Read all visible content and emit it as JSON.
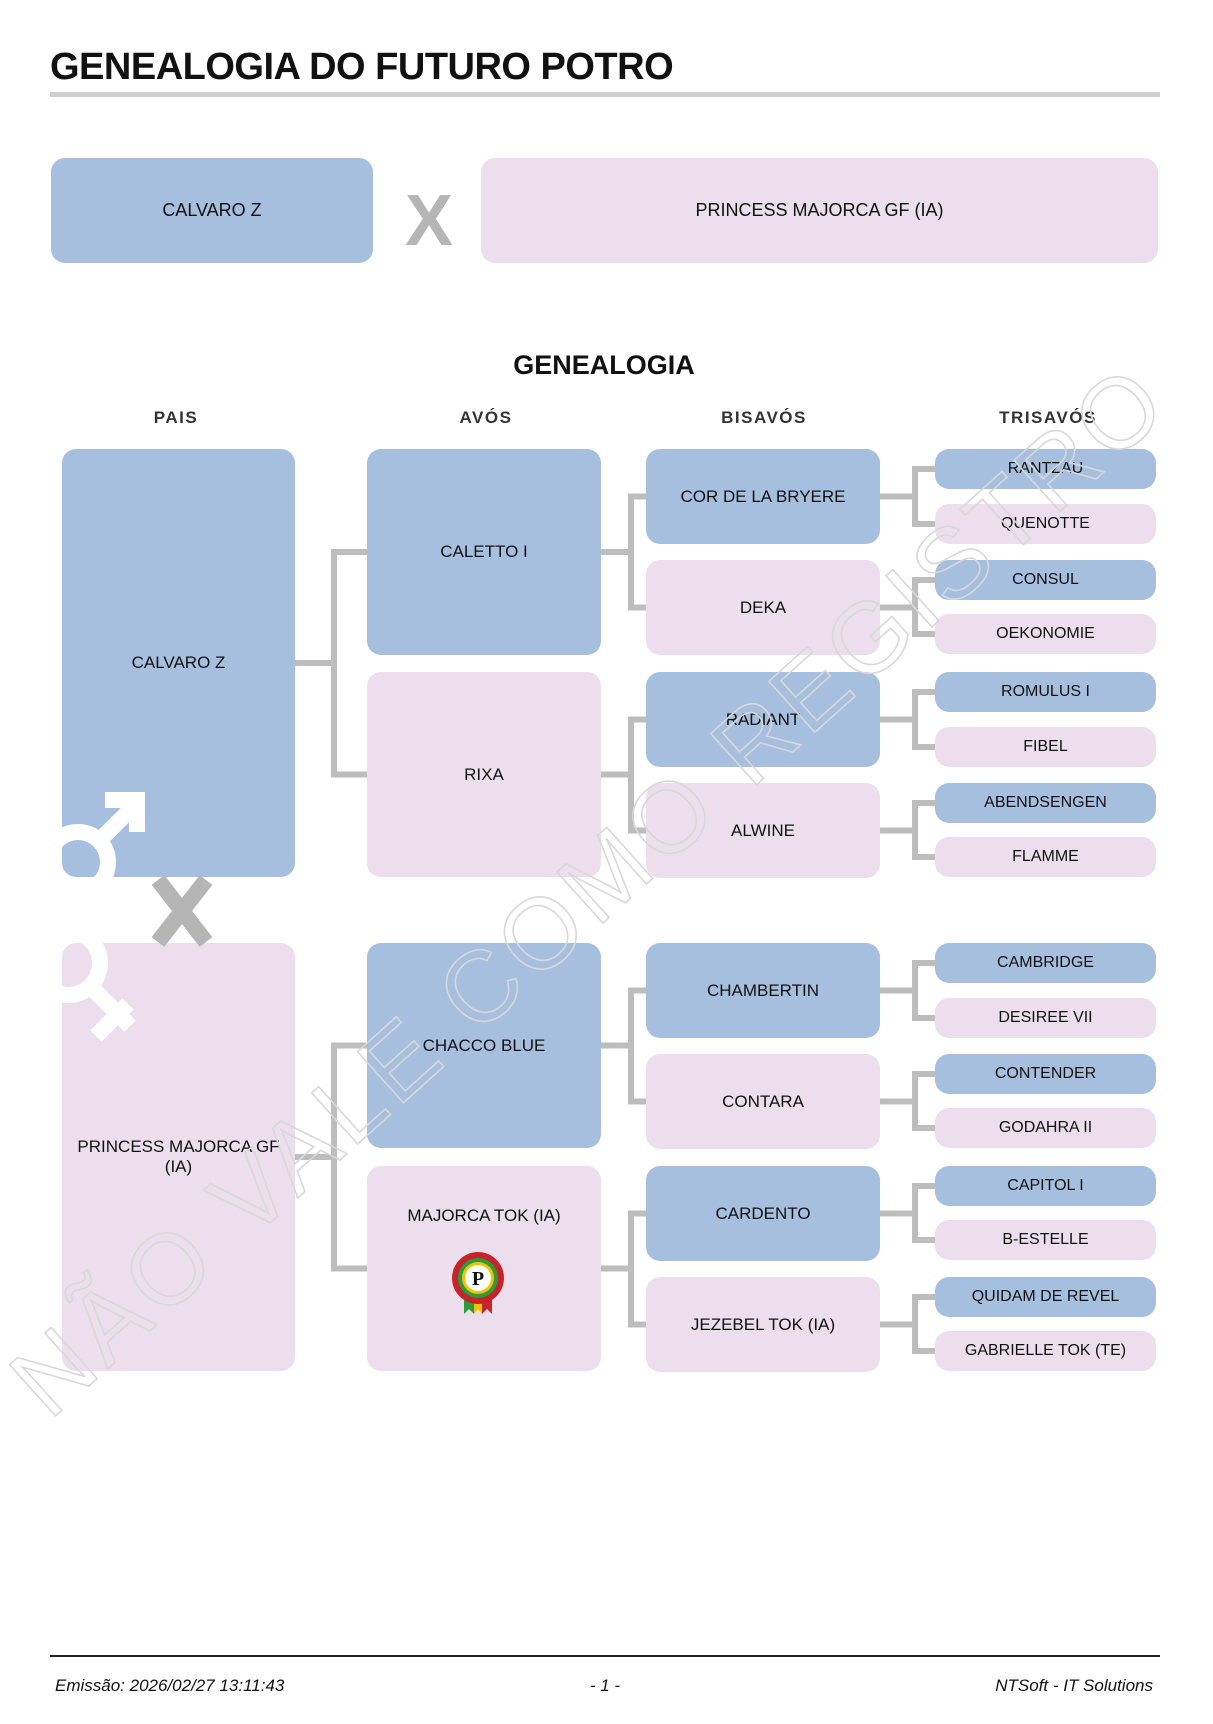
{
  "header": {
    "title": "GENEALOGIA DO FUTURO POTRO"
  },
  "cross": {
    "sire": "CALVARO Z",
    "separator": "X",
    "dam": "PRINCESS MAJORCA GF (IA)"
  },
  "pedigree": {
    "heading": "GENEALOGIA",
    "columns": [
      "PAIS",
      "AVÓS",
      "BISAVÓS",
      "TRISAVÓS"
    ],
    "pais": [
      "CALVARO Z",
      "PRINCESS MAJORCA GF (IA)"
    ],
    "avos": [
      "CALETTO I",
      "RIXA",
      "CHACCO BLUE",
      "MAJORCA TOK (IA)"
    ],
    "bisavos": [
      "COR DE LA BRYERE",
      "DEKA",
      "RADIANT",
      "ALWINE",
      "CHAMBERTIN",
      "CONTARA",
      "CARDENTO",
      "JEZEBEL TOK (IA)"
    ],
    "trisavos": [
      "RANTZAU",
      "QUENOTTE",
      "CONSUL",
      "OEKONOMIE",
      "ROMULUS I",
      "FIBEL",
      "ABENDSENGEN",
      "FLAMME",
      "CAMBRIDGE",
      "DESIREE VII",
      "CONTENDER",
      "GODAHRA II",
      "CAPITOL I",
      "B-ESTELLE",
      "QUIDAM DE REVEL",
      "GABRIELLE TOK (TE)"
    ],
    "separator": "X",
    "medal_icon": "award-rosette-icon",
    "male_icon": "male-symbol-icon",
    "female_icon": "female-symbol-icon"
  },
  "watermark": "NÃO VALE COMO REGISTRO",
  "footer": {
    "emission": "Emissão: 2026/02/27 13:11:43",
    "page": "- 1 -",
    "company": "NTSoft - IT Solutions"
  },
  "colors": {
    "male": "#a6bfdf",
    "female": "#ecdeed",
    "connector": "#bdbdbd"
  }
}
